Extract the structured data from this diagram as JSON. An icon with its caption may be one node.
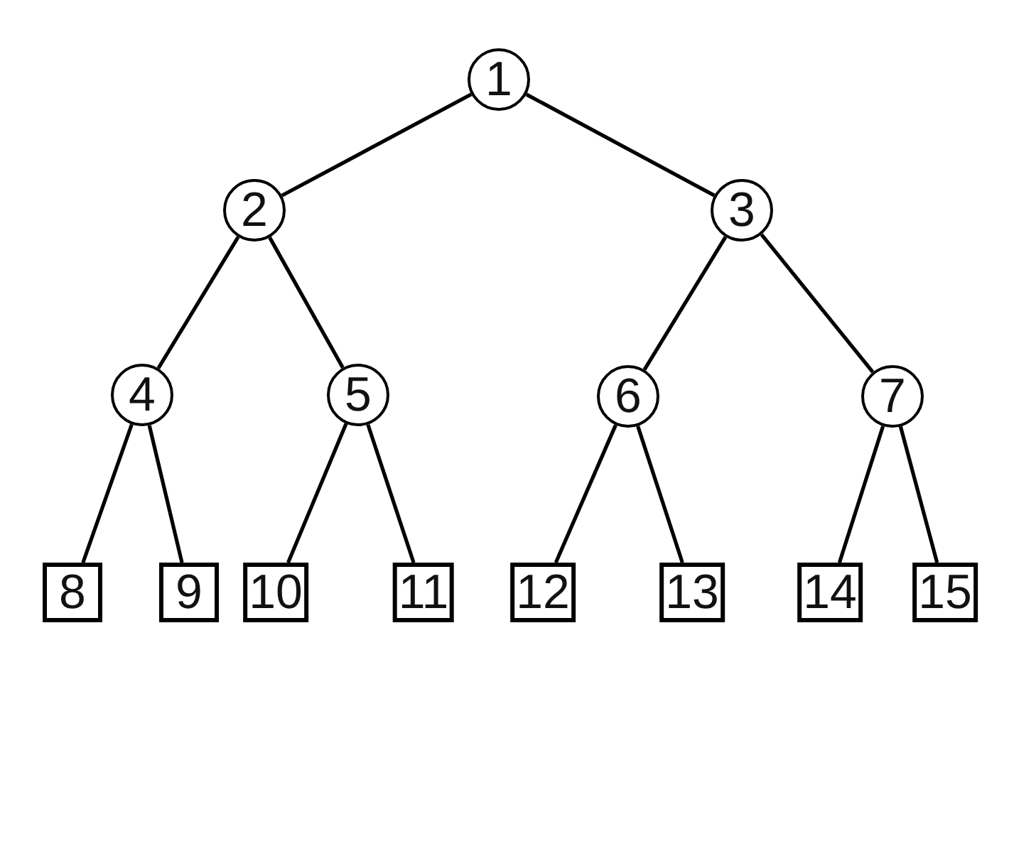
{
  "diagram": {
    "nodes": [
      {
        "text": [
          "1"
        ]
      },
      {
        "text": [
          "2"
        ]
      },
      {
        "text": [
          "3"
        ]
      },
      {
        "text": [
          "4"
        ]
      },
      {
        "text": [
          "5"
        ]
      },
      {
        "text": [
          "6"
        ]
      },
      {
        "text": [
          "7"
        ]
      },
      {
        "text": [
          "8"
        ]
      },
      {
        "text": [
          "9"
        ]
      },
      {
        "text": [
          "10"
        ]
      },
      {
        "text": [
          "11"
        ]
      },
      {
        "text": [
          "12"
        ]
      },
      {
        "text": [
          "13"
        ]
      },
      {
        "text": [
          "14"
        ]
      },
      {
        "text": [
          "15"
        ]
      }
    ],
    "edges": [
      {
        "from": 0,
        "to": 1,
        "arrow": "none"
      },
      {
        "from": 0,
        "to": 2,
        "arrow": "none"
      },
      {
        "from": 1,
        "to": 3,
        "arrow": "none"
      },
      {
        "from": 1,
        "to": 4,
        "arrow": "none"
      },
      {
        "from": 2,
        "to": 5,
        "arrow": "none"
      },
      {
        "from": 2,
        "to": 6,
        "arrow": "none"
      },
      {
        "from": 3,
        "to": 7,
        "arrow": "none"
      },
      {
        "from": 3,
        "to": 8,
        "arrow": "none"
      },
      {
        "from": 4,
        "to": 9,
        "arrow": "none"
      },
      {
        "from": 4,
        "to": 10,
        "arrow": "none"
      },
      {
        "from": 5,
        "to": 11,
        "arrow": "none"
      },
      {
        "from": 5,
        "to": 12,
        "arrow": "none"
      },
      {
        "from": 6,
        "to": 13,
        "arrow": "none"
      },
      {
        "from": 6,
        "to": 14,
        "arrow": "none"
      }
    ]
  }
}
